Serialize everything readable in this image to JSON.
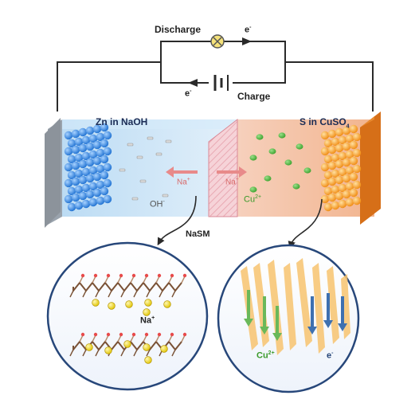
{
  "circuit": {
    "discharge_label": "Discharge",
    "charge_label": "Charge",
    "electron_top": "e",
    "electron_bottom": "e",
    "electron_sup": "-"
  },
  "anode": {
    "title": "Zn in NaOH",
    "ion_na": "Na",
    "ion_na_sup": "+",
    "ion_oh": "OH",
    "ion_oh_sup": "-",
    "color": "#3b8be0"
  },
  "cathode": {
    "title_main": "S in CuSO",
    "title_sub": "4",
    "ion_na": "Na",
    "ion_na_sup": "+",
    "ion_cu": "Cu",
    "ion_cu_sup": "2+",
    "color": "#f59a2a"
  },
  "membrane": {
    "label": "NaSM"
  },
  "zoom_left": {
    "ion_label": "Na",
    "ion_sup": "+"
  },
  "zoom_right": {
    "cu_label": "Cu",
    "cu_sup": "2+",
    "e_label": "e",
    "e_sup": "-"
  }
}
